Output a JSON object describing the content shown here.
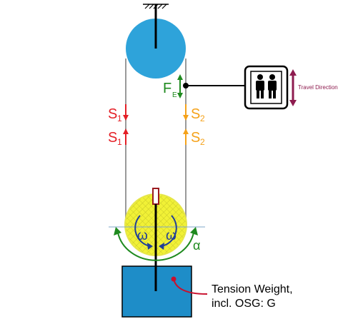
{
  "labels": {
    "force": "F",
    "force_sub": "E",
    "s1": "S",
    "s1_sub": "1",
    "s2": "S",
    "s2_sub": "2",
    "omega": "ω",
    "alpha": "α",
    "travel_direction": "Travel Direction",
    "weight_line1": "Tension Weight,",
    "weight_line2": "incl. OSG: G"
  },
  "colors": {
    "sheave": "#2EA3DA",
    "tension_pulley": "#F1F136",
    "weight_block": "#1E8DC8",
    "s1": "#E41F26",
    "s2": "#F5A21A",
    "force": "#1F8A1F",
    "alpha": "#1F8A1F",
    "omega": "#1F3E98",
    "pointer": "#C8102E",
    "travel_arrow": "#8E1C4F",
    "rope": "#9A9A9A",
    "text": "#000000"
  },
  "icons": {
    "ceiling": "ceiling-hatch-icon",
    "cabin": "elevator-passengers-icon"
  }
}
